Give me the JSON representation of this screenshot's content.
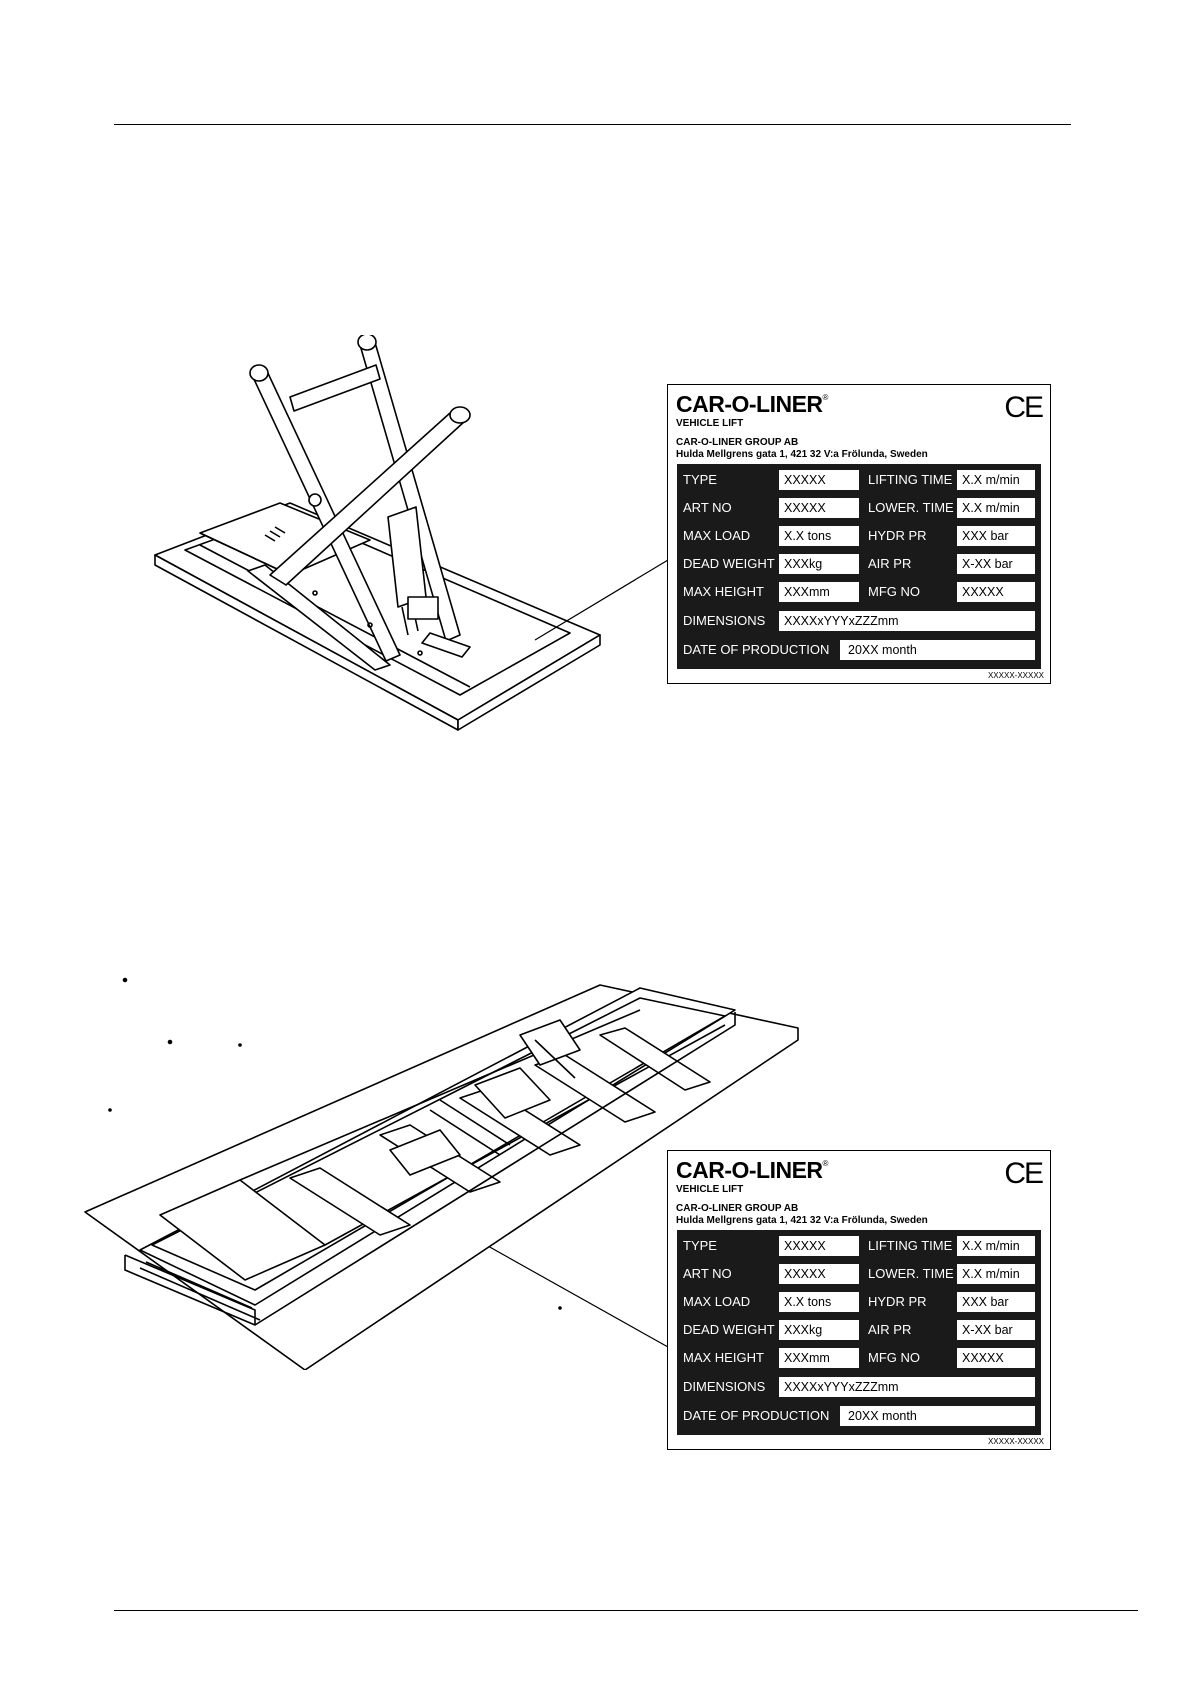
{
  "plates": [
    {
      "brand": "CAR-O-LINER",
      "registered": "®",
      "ce_mark": "CE",
      "product": "VEHICLE LIFT",
      "company": "CAR-O-LINER GROUP AB",
      "address": "Hulda Mellgrens gata 1, 421 32 V:a Frölunda, Sweden",
      "left_fields": [
        {
          "label": "TYPE",
          "value": "XXXXX"
        },
        {
          "label": "ART NO",
          "value": "XXXXX"
        },
        {
          "label": "MAX LOAD",
          "value": "X.X tons"
        },
        {
          "label": "DEAD WEIGHT",
          "value": "XXXkg"
        },
        {
          "label": "MAX HEIGHT",
          "value": "XXXmm"
        }
      ],
      "right_fields": [
        {
          "label": "LIFTING TIME",
          "value": "X.X m/min"
        },
        {
          "label": "LOWER. TIME",
          "value": "X.X m/min"
        },
        {
          "label": "HYDR PR",
          "value": "XXX bar"
        },
        {
          "label": "AIR PR",
          "value": "X-XX bar"
        },
        {
          "label": "MFG NO",
          "value": "XXXXX"
        }
      ],
      "dimensions": {
        "label": "DIMENSIONS",
        "value": "XXXXxYYYxZZZmm"
      },
      "production": {
        "label": "DATE OF PRODUCTION",
        "value": "20XX month"
      },
      "code": "XXXXX-XXXXX"
    },
    {
      "brand": "CAR-O-LINER",
      "registered": "®",
      "ce_mark": "CE",
      "product": "VEHICLE LIFT",
      "company": "CAR-O-LINER GROUP AB",
      "address": "Hulda Mellgrens gata 1, 421 32 V:a Frölunda, Sweden",
      "left_fields": [
        {
          "label": "TYPE",
          "value": "XXXXX"
        },
        {
          "label": "ART NO",
          "value": "XXXXX"
        },
        {
          "label": "MAX LOAD",
          "value": "X.X tons"
        },
        {
          "label": "DEAD WEIGHT",
          "value": "XXXkg"
        },
        {
          "label": "MAX HEIGHT",
          "value": "XXXmm"
        }
      ],
      "right_fields": [
        {
          "label": "LIFTING TIME",
          "value": "X.X m/min"
        },
        {
          "label": "LOWER. TIME",
          "value": "X.X m/min"
        },
        {
          "label": "HYDR PR",
          "value": "XXX bar"
        },
        {
          "label": "AIR PR",
          "value": "X-XX bar"
        },
        {
          "label": "MFG NO",
          "value": "XXXXX"
        }
      ],
      "dimensions": {
        "label": "DIMENSIONS",
        "value": "XXXXxYYYxZZZmm"
      },
      "production": {
        "label": "DATE OF PRODUCTION",
        "value": "20XX month"
      },
      "code": "XXXXX-XXXXX"
    }
  ]
}
